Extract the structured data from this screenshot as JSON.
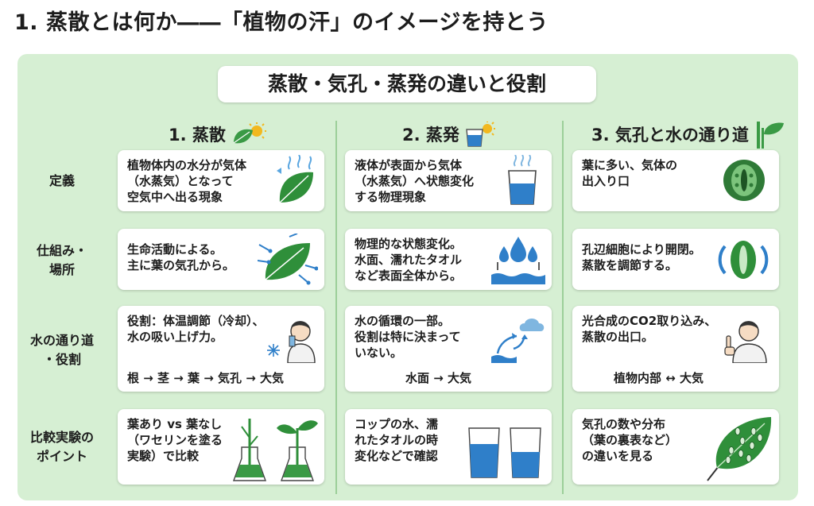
{
  "page_title": "1. 蒸散とは何か――「植物の汗」のイメージを持とう",
  "main_title": "蒸散・気孔・蒸発の違いと役割",
  "columns": [
    {
      "title": "1. 蒸散"
    },
    {
      "title": "2. 蒸発"
    },
    {
      "title": "3. 気孔と水の通り道"
    }
  ],
  "rows": [
    {
      "label": "定義"
    },
    {
      "label": "仕組み・\n場所"
    },
    {
      "label": "水の通り道\n・役割"
    },
    {
      "label": "比較実験の\nポイント"
    }
  ],
  "cells": {
    "r0c0": {
      "text": "植物体内の水分が気体\n（水蒸気）となって\n空気中へ出る現象",
      "icon": "leaf-vapor-icon"
    },
    "r0c1": {
      "text": "液体が表面から気体\n（水蒸気）へ状態変化\nする物理現象",
      "icon": "glass-steam-icon"
    },
    "r0c2": {
      "text": "葉に多い、気体の\n出入り口",
      "icon": "stoma-icon"
    },
    "r1c0": {
      "text": "生命活動による。\n主に葉の気孔から。",
      "icon": "leaf-arrows-icon"
    },
    "r1c1": {
      "text": "物理的な状態変化。\n水面、濡れたタオル\nなど表面全体から。",
      "icon": "water-drops-icon"
    },
    "r1c2": {
      "text": "孔辺細胞により開閉。\n蒸散を調節する。",
      "icon": "guard-cell-icon"
    },
    "r2c0": {
      "text": "役割：体温調節（冷却）、\n水の吸い上げ力。",
      "flow": "根 → 茎 → 葉 → 気孔 → 大気",
      "icon": "person-drinking-icon"
    },
    "r2c1": {
      "text": "水の循環の一部。\n役割は特に決まって\nいない。",
      "flow": "水面 → 大気",
      "icon": "water-cycle-icon"
    },
    "r2c2": {
      "text": "光合成のCO2取り込み、\n蒸散の出口。",
      "flow": "植物内部 ↔ 大気",
      "icon": "person-pointing-icon"
    },
    "r3c0": {
      "text": "葉あり vs 葉なし\n（ワセリンを塗る\n実験）で比較",
      "icon": "flask-plants-icon"
    },
    "r3c1": {
      "text": "コップの水、濡\nれたタオルの時\n変化などで確認",
      "icon": "two-cups-icon"
    },
    "r3c2": {
      "text": "気孔の数や分布\n（葉の裏表など）\nの違いを見る",
      "icon": "leaf-stomata-icon"
    }
  },
  "colors": {
    "panel": "#d6efd3",
    "divider": "#9ccf99",
    "leaf": "#2f8f3a",
    "water": "#2f7fc9"
  }
}
